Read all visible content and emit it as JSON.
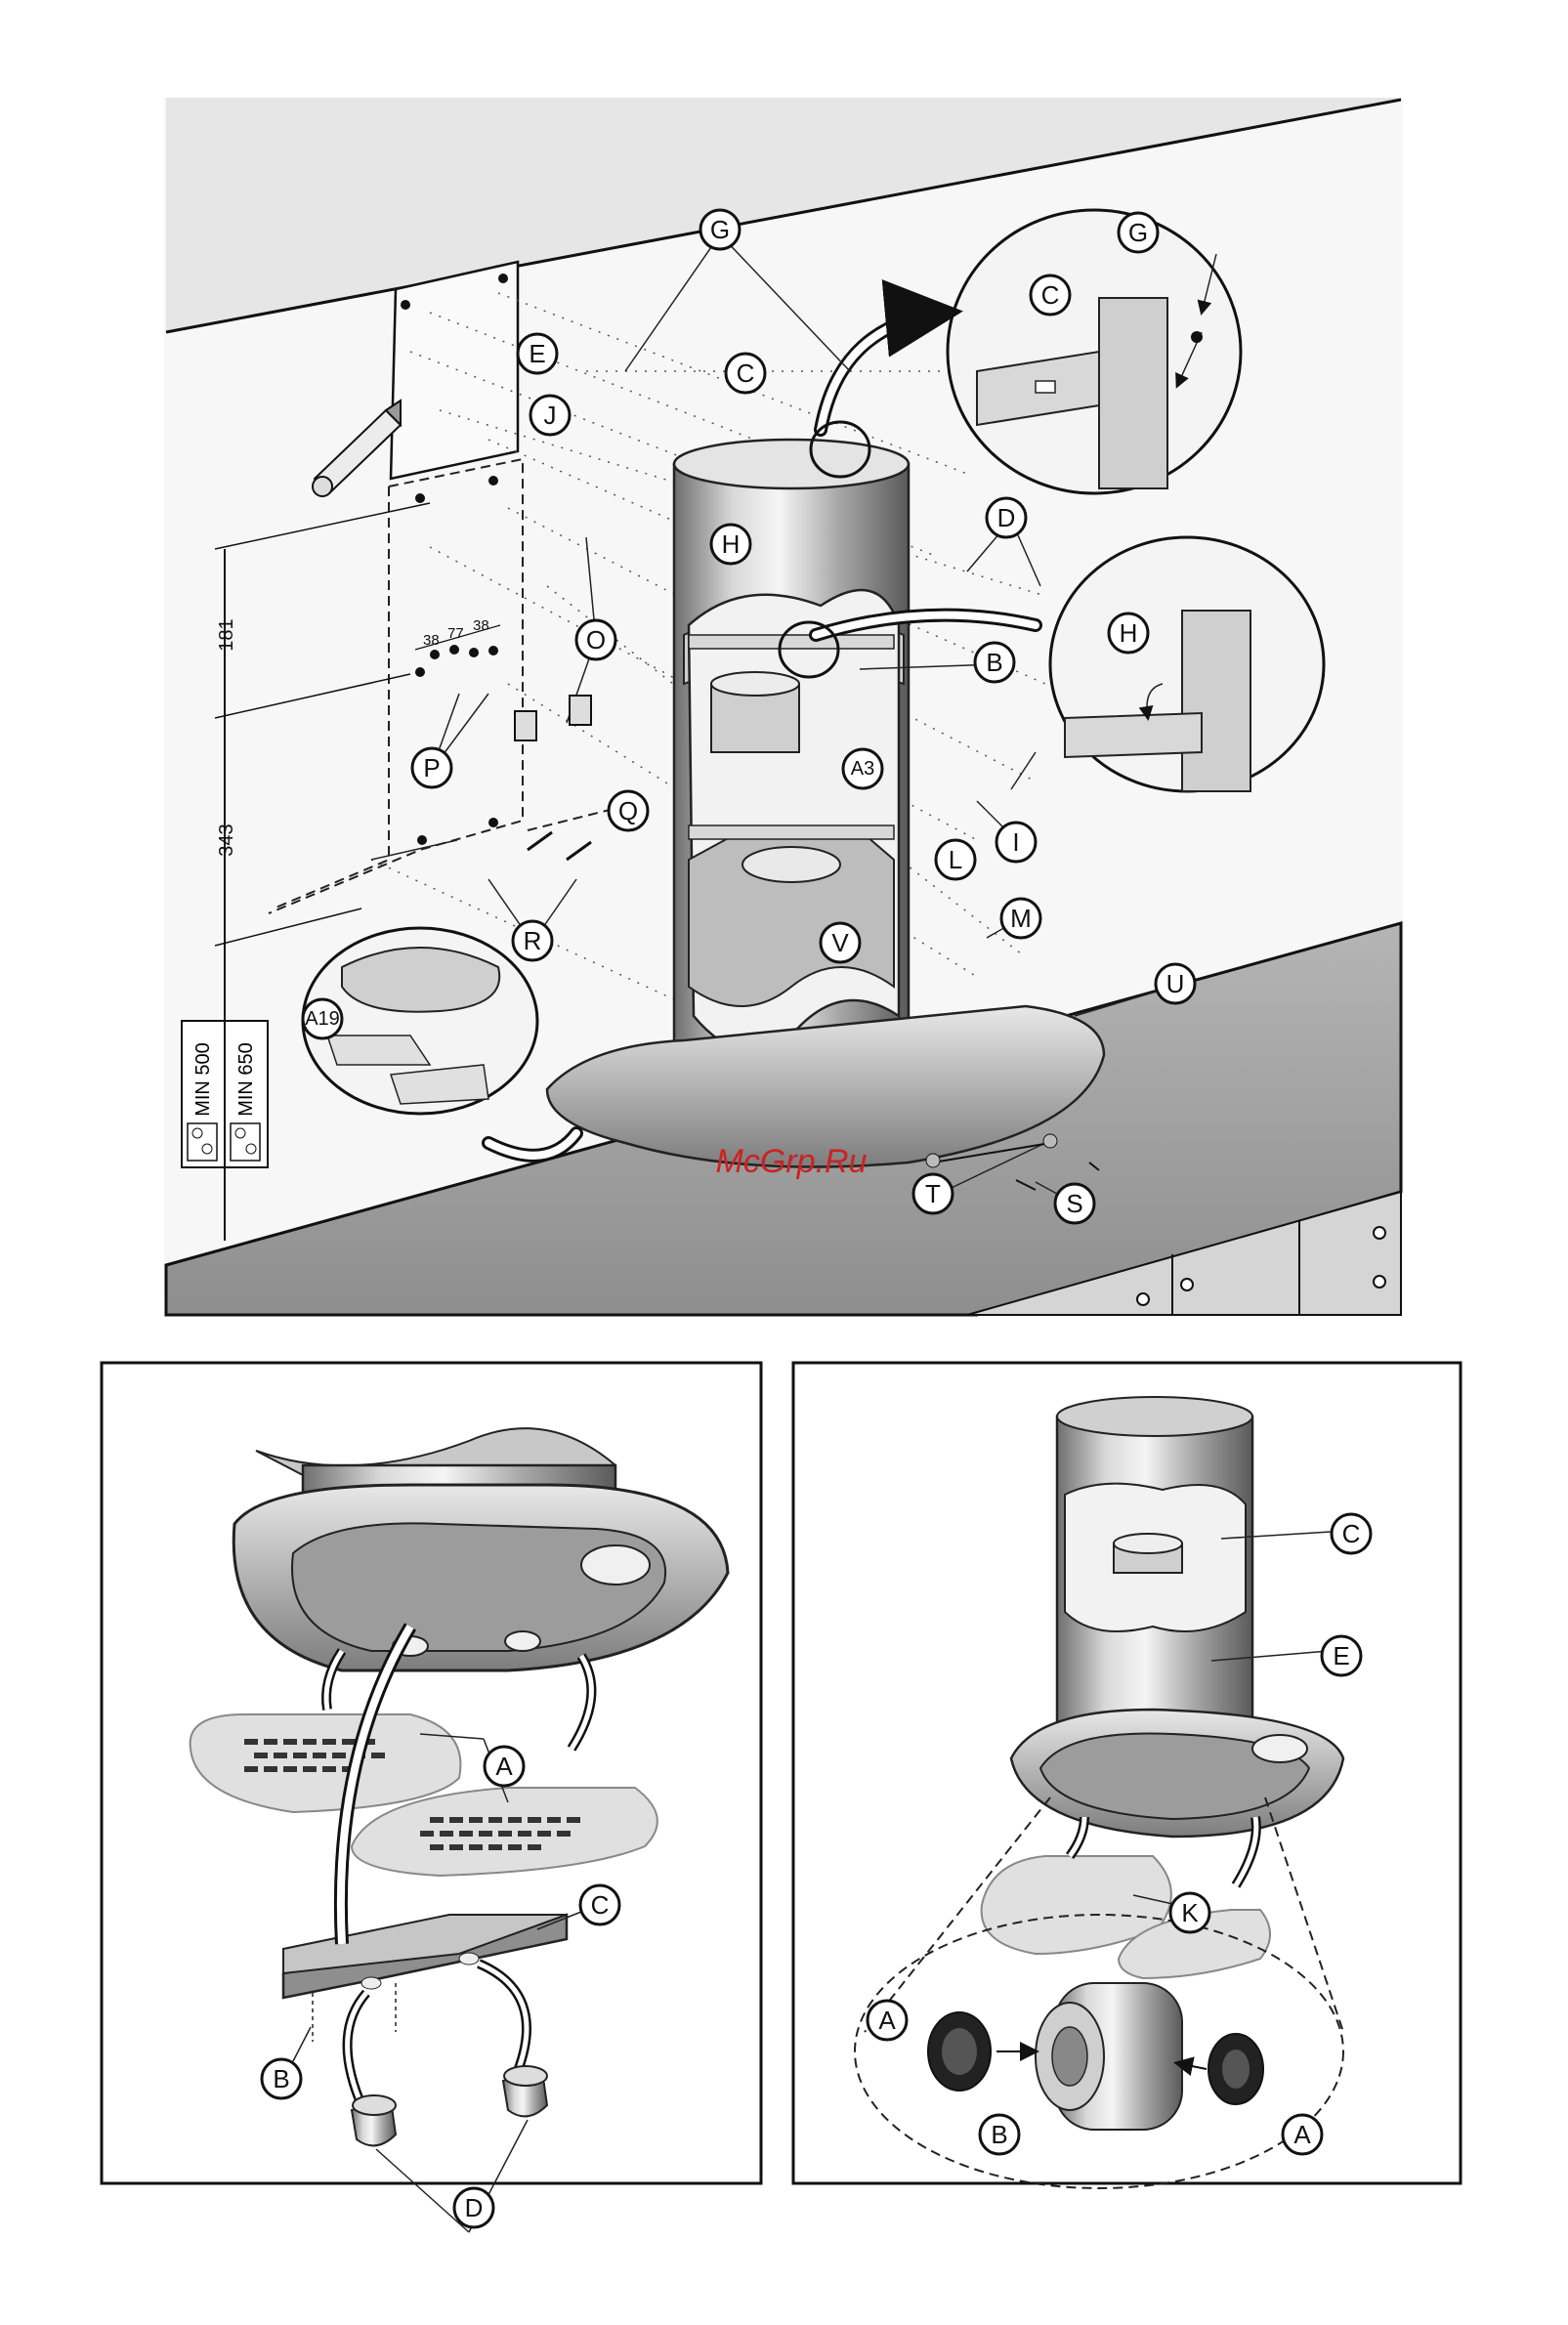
{
  "watermark": "McGrp.Ru",
  "colors": {
    "line": "#111111",
    "watermark": "#cc2222",
    "counter": "#9a9a9a",
    "wall": "#f4f4f4"
  },
  "figure_top": {
    "labels": {
      "G": "G",
      "G2": "G",
      "C": "C",
      "C2": "C",
      "E": "E",
      "J": "J",
      "D": "D",
      "H": "H",
      "H2": "H",
      "B": "B",
      "O": "O",
      "P": "P",
      "Q": "Q",
      "A3": "A3",
      "I": "I",
      "L": "L",
      "M": "M",
      "V": "V",
      "R": "R",
      "U": "U",
      "A19": "A19",
      "T": "T",
      "S": "S"
    },
    "dimensions": {
      "d181": "181",
      "d343": "343",
      "d38a": "38",
      "d77": "77",
      "d38b": "38"
    },
    "min_labels": {
      "min500": "MIN 500",
      "min650": "MIN 650"
    }
  },
  "figure_left": {
    "labels": {
      "A": "A",
      "C": "C",
      "B": "B",
      "D": "D"
    }
  },
  "figure_right": {
    "labels": {
      "C": "C",
      "E": "E",
      "K": "K",
      "A1": "A",
      "B": "B",
      "A2": "A"
    }
  }
}
